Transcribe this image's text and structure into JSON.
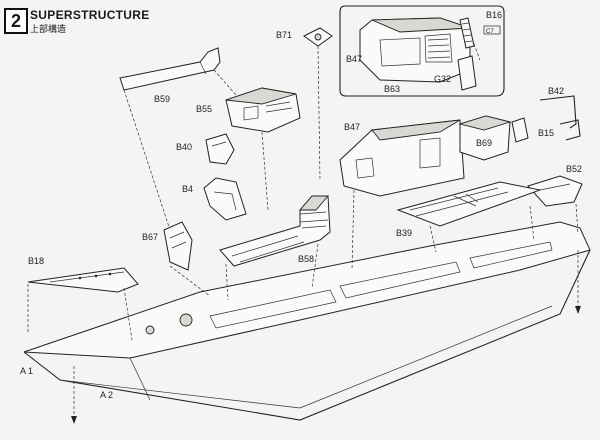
{
  "step": {
    "number": "2",
    "title": "SUPERSTRUCTURE",
    "subtitle": "上部構造"
  },
  "parts": {
    "b71": "B71",
    "b16": "B16",
    "c7": "C7",
    "b47_detail": "B47",
    "b63": "B63",
    "g32": "G32",
    "b59": "B59",
    "b55": "B55",
    "b42": "B42",
    "b47": "B47",
    "b69": "B69",
    "b15": "B15",
    "b40": "B40",
    "b4": "B4",
    "b52": "B52",
    "b67": "B67",
    "b58": "B58",
    "b39": "B39",
    "b18": "B18",
    "a1": "A 1",
    "a2": "A 2"
  }
}
